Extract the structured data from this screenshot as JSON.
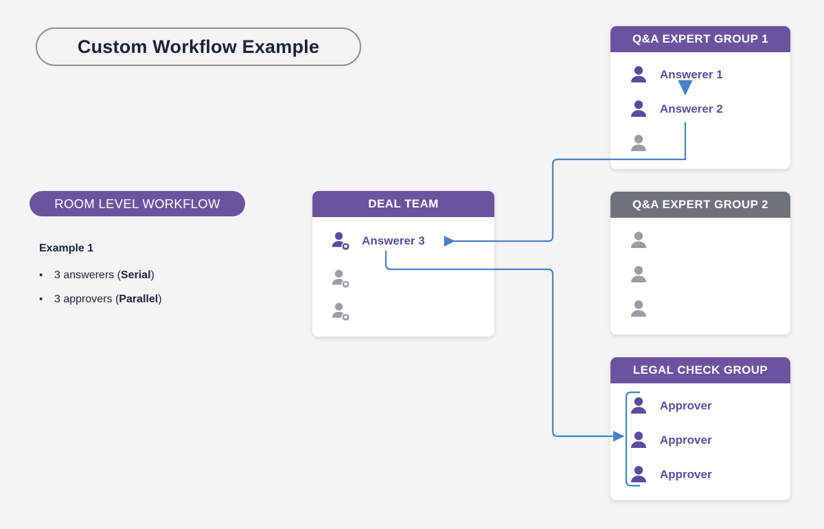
{
  "page": {
    "title": "Custom Workflow Example",
    "background": "#f4f4f4",
    "accent_purple": "#6b539f",
    "accent_grey": "#6e7379",
    "label_purple": "#5b4b9e",
    "connector_blue": "#4a81c4"
  },
  "left_panel": {
    "scope_pill": "ROOM LEVEL WORKFLOW",
    "example_heading": "Example 1",
    "bullets": [
      {
        "marker": "•",
        "text": "3 answerers (",
        "emphasis": "Serial",
        "tail": ")"
      },
      {
        "marker": "•",
        "text": "3 approvers (",
        "emphasis": "Parallel",
        "tail": ")"
      }
    ]
  },
  "cards": [
    {
      "id": "deal-team",
      "title": "DEAL TEAM",
      "header_style": "purple",
      "members": [
        {
          "label": "Answerer 3",
          "state": "active",
          "icon": "person-gear-icon"
        },
        {
          "label": "",
          "state": "inactive",
          "icon": "person-gear-icon"
        },
        {
          "label": "",
          "state": "inactive",
          "icon": "person-gear-icon"
        }
      ]
    },
    {
      "id": "qa-expert-group-1",
      "title": "Q&A EXPERT GROUP 1",
      "header_style": "purple",
      "members": [
        {
          "label": "Answerer 1",
          "state": "active",
          "icon": "person-icon"
        },
        {
          "label": "Answerer 2",
          "state": "active",
          "icon": "person-icon"
        },
        {
          "label": "",
          "state": "inactive",
          "icon": "person-icon"
        }
      ]
    },
    {
      "id": "qa-expert-group-2",
      "title": "Q&A EXPERT GROUP 2",
      "header_style": "grey",
      "members": [
        {
          "label": "",
          "state": "inactive",
          "icon": "person-icon"
        },
        {
          "label": "",
          "state": "inactive",
          "icon": "person-icon"
        },
        {
          "label": "",
          "state": "inactive",
          "icon": "person-icon"
        }
      ]
    },
    {
      "id": "legal-check-group",
      "title": "LEGAL CHECK GROUP",
      "header_style": "purple",
      "members": [
        {
          "label": "Approver",
          "state": "active",
          "icon": "person-icon"
        },
        {
          "label": "Approver",
          "state": "active",
          "icon": "person-icon"
        },
        {
          "label": "Approver",
          "state": "active",
          "icon": "person-icon"
        }
      ]
    }
  ],
  "connectors": [
    {
      "id": "answerer1-to-answerer2",
      "kind": "serial-arrow-down"
    },
    {
      "id": "qa-group-1-to-answerer3",
      "kind": "routed-arrow-left"
    },
    {
      "id": "answerer3-to-legal-check-group",
      "kind": "routed-arrow-right"
    },
    {
      "id": "legal-check-parallel-bracket",
      "kind": "parallel-bracket"
    }
  ]
}
